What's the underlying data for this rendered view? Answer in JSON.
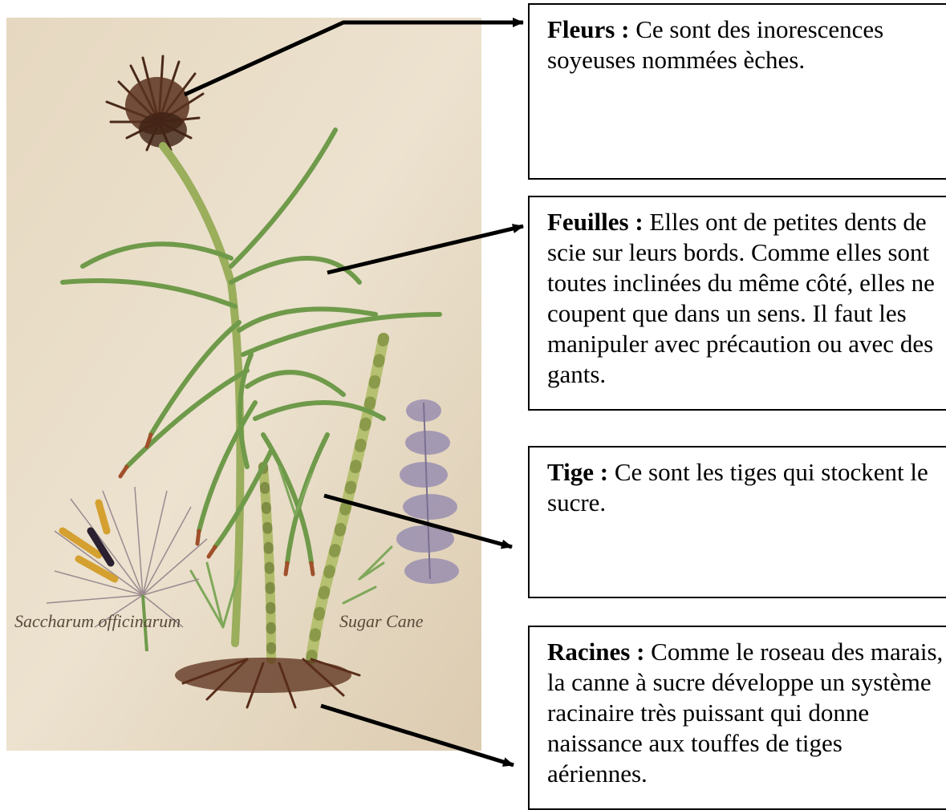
{
  "plate": {
    "caption_left": "Saccharum officinarum",
    "caption_right": "Sugar Cane"
  },
  "labels": {
    "fleurs": {
      "title": "Fleurs :",
      "text": " Ce sont des inorescences soyeuses nommées èches."
    },
    "feuilles": {
      "title": "Feuilles :",
      "text": " Elles ont de petites dents de scie sur leurs bords. Comme elles sont toutes inclinées du même côté, elles ne coupent que dans un sens. Il faut les manipuler avec précaution ou avec des gants."
    },
    "tige": {
      "title": "Tige :",
      "text": " Ce sont les tiges qui stockent le sucre."
    },
    "racines": {
      "title": "Racines :",
      "text": " Comme le roseau des marais, la canne à sucre développe un système racinaire très puissant qui donne naissance aux touffes de tiges aériennes."
    }
  },
  "colors": {
    "paper": "#e8dcc6",
    "leaf": "#6f9a4a",
    "stem": "#a8b86a",
    "flower": "#4a2a1a",
    "root": "#5a2e1a",
    "lilac": "#9a8fb0"
  }
}
